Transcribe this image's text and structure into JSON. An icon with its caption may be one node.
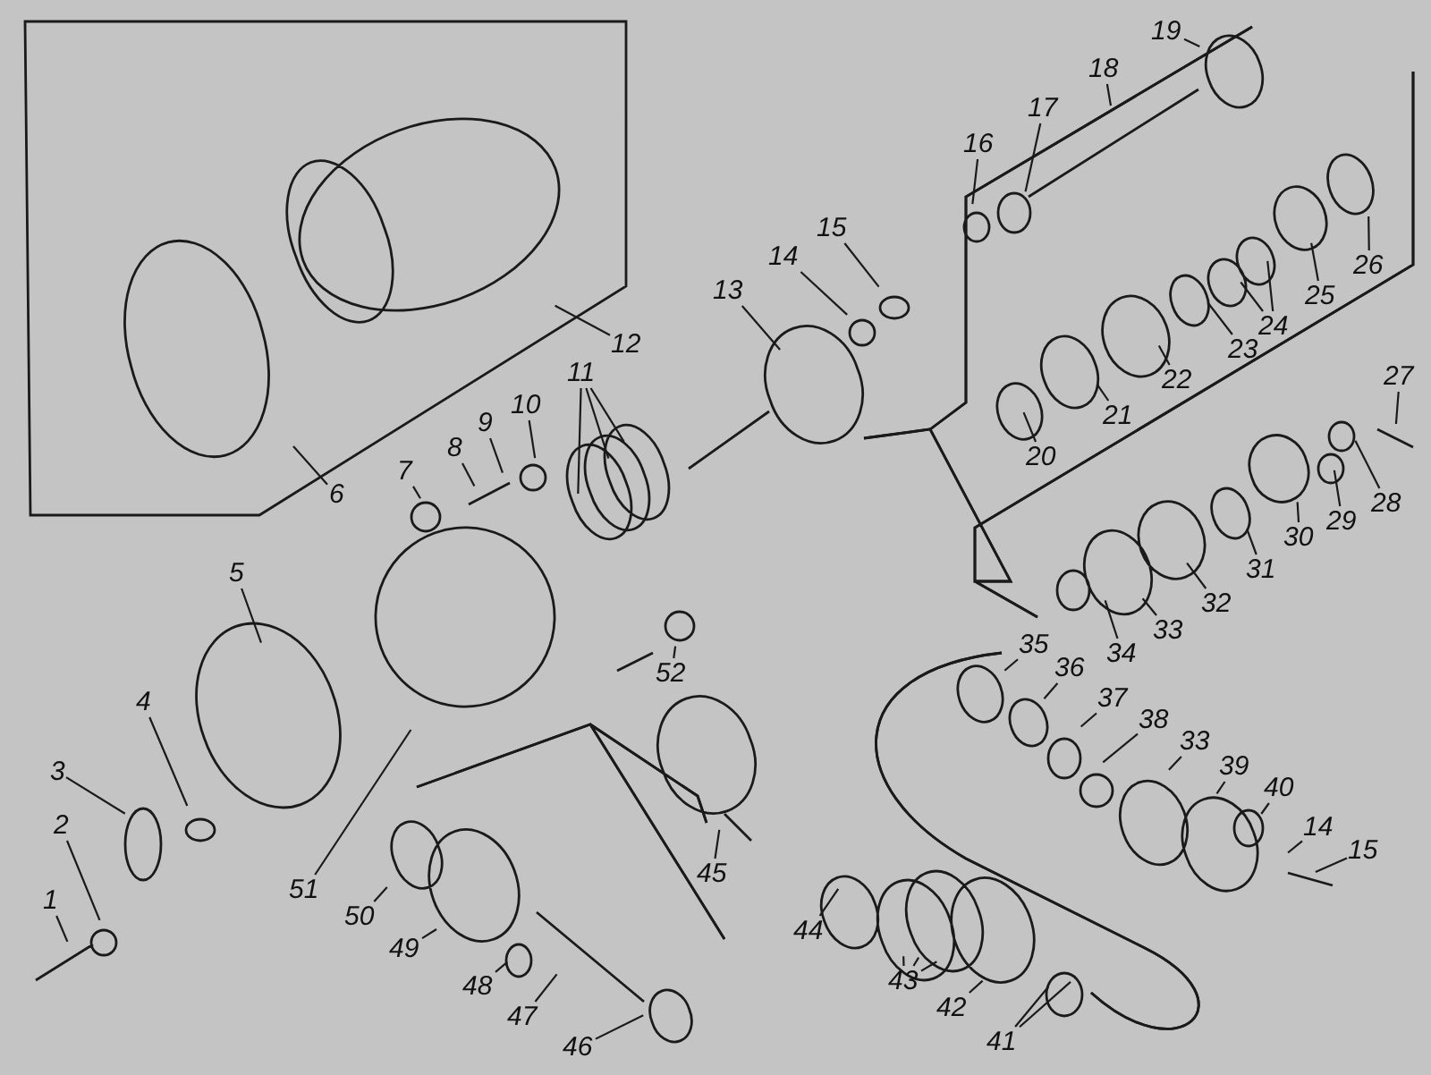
{
  "diagram": {
    "nodes": [
      {
        "text": [
          "1"
        ]
      },
      {
        "text": [
          "2"
        ]
      },
      {
        "text": [
          "3"
        ]
      },
      {
        "text": [
          "4"
        ]
      },
      {
        "text": [
          "5"
        ]
      },
      {
        "text": [
          "6"
        ]
      },
      {
        "text": [
          "7"
        ]
      },
      {
        "text": [
          "8"
        ]
      },
      {
        "text": [
          "9"
        ]
      },
      {
        "text": [
          "10"
        ]
      },
      {
        "text": [
          "11"
        ]
      },
      {
        "text": [
          "12"
        ]
      },
      {
        "text": [
          "13"
        ]
      },
      {
        "text": [
          "14"
        ]
      },
      {
        "text": [
          "15"
        ]
      },
      {
        "text": [
          "16"
        ]
      },
      {
        "text": [
          "17"
        ]
      },
      {
        "text": [
          "18"
        ]
      },
      {
        "text": [
          "19"
        ]
      },
      {
        "text": [
          "20"
        ]
      },
      {
        "text": [
          "21"
        ]
      },
      {
        "text": [
          "22"
        ]
      },
      {
        "text": [
          "23"
        ]
      },
      {
        "text": [
          "24"
        ]
      },
      {
        "text": [
          "25"
        ]
      },
      {
        "text": [
          "26"
        ]
      },
      {
        "text": [
          "27"
        ]
      },
      {
        "text": [
          "28"
        ]
      },
      {
        "text": [
          "29"
        ]
      },
      {
        "text": [
          "30"
        ]
      },
      {
        "text": [
          "31"
        ]
      },
      {
        "text": [
          "32"
        ]
      },
      {
        "text": [
          "33"
        ]
      },
      {
        "text": [
          "34"
        ]
      },
      {
        "text": [
          "35"
        ]
      },
      {
        "text": [
          "36"
        ]
      },
      {
        "text": [
          "37"
        ]
      },
      {
        "text": [
          "38"
        ]
      },
      {
        "text": [
          "33"
        ]
      },
      {
        "text": [
          "39"
        ]
      },
      {
        "text": [
          "40"
        ]
      },
      {
        "text": [
          "14"
        ]
      },
      {
        "text": [
          "15"
        ]
      },
      {
        "text": [
          "41"
        ]
      },
      {
        "text": [
          "42"
        ]
      },
      {
        "text": [
          "43"
        ]
      },
      {
        "text": [
          "44"
        ]
      },
      {
        "text": [
          "45"
        ]
      },
      {
        "text": [
          "46"
        ]
      },
      {
        "text": [
          "47"
        ]
      },
      {
        "text": [
          "48"
        ]
      },
      {
        "text": [
          "49"
        ]
      },
      {
        "text": [
          "50"
        ]
      },
      {
        "text": [
          "51"
        ]
      },
      {
        "text": [
          "52"
        ]
      }
    ],
    "edges": [
      {
        "from": 0,
        "to": null,
        "arrow": "none"
      },
      {
        "from": 1,
        "to": null,
        "arrow": "none"
      },
      {
        "from": 2,
        "to": null,
        "arrow": "none"
      },
      {
        "from": 3,
        "to": null,
        "arrow": "none"
      },
      {
        "from": 4,
        "to": null,
        "arrow": "none"
      },
      {
        "from": 5,
        "to": null,
        "arrow": "none"
      },
      {
        "from": 6,
        "to": null,
        "arrow": "none"
      },
      {
        "from": 7,
        "to": null,
        "arrow": "none"
      },
      {
        "from": 8,
        "to": null,
        "arrow": "none"
      },
      {
        "from": 9,
        "to": null,
        "arrow": "none"
      },
      {
        "from": 10,
        "to": null,
        "arrow": "none"
      },
      {
        "from": 10,
        "to": null,
        "arrow": "none"
      },
      {
        "from": 10,
        "to": null,
        "arrow": "none"
      },
      {
        "from": 11,
        "to": null,
        "arrow": "none"
      },
      {
        "from": 12,
        "to": null,
        "arrow": "none"
      },
      {
        "from": 13,
        "to": null,
        "arrow": "none"
      },
      {
        "from": 14,
        "to": null,
        "arrow": "none"
      },
      {
        "from": 15,
        "to": null,
        "arrow": "none"
      },
      {
        "from": 16,
        "to": null,
        "arrow": "none"
      },
      {
        "from": 17,
        "to": null,
        "arrow": "none"
      },
      {
        "from": 18,
        "to": null,
        "arrow": "none"
      },
      {
        "from": 19,
        "to": null,
        "arrow": "none"
      },
      {
        "from": 20,
        "to": null,
        "arrow": "none"
      },
      {
        "from": 21,
        "to": null,
        "arrow": "none"
      },
      {
        "from": 22,
        "to": null,
        "arrow": "none"
      },
      {
        "from": 23,
        "to": null,
        "arrow": "none"
      },
      {
        "from": 23,
        "to": null,
        "arrow": "none"
      },
      {
        "from": 24,
        "to": null,
        "arrow": "none"
      },
      {
        "from": 25,
        "to": null,
        "arrow": "none"
      },
      {
        "from": 26,
        "to": null,
        "arrow": "none"
      },
      {
        "from": 27,
        "to": null,
        "arrow": "none"
      },
      {
        "from": 28,
        "to": null,
        "arrow": "none"
      },
      {
        "from": 29,
        "to": null,
        "arrow": "none"
      },
      {
        "from": 30,
        "to": null,
        "arrow": "none"
      },
      {
        "from": 31,
        "to": null,
        "arrow": "none"
      },
      {
        "from": 32,
        "to": null,
        "arrow": "none"
      },
      {
        "from": 33,
        "to": null,
        "arrow": "none"
      },
      {
        "from": 34,
        "to": null,
        "arrow": "none"
      },
      {
        "from": 35,
        "to": null,
        "arrow": "none"
      },
      {
        "from": 36,
        "to": null,
        "arrow": "none"
      },
      {
        "from": 37,
        "to": null,
        "arrow": "none"
      },
      {
        "from": 38,
        "to": null,
        "arrow": "none"
      },
      {
        "from": 39,
        "to": null,
        "arrow": "none"
      },
      {
        "from": 40,
        "to": null,
        "arrow": "none"
      },
      {
        "from": 41,
        "to": null,
        "arrow": "none"
      },
      {
        "from": 42,
        "to": null,
        "arrow": "none"
      },
      {
        "from": 43,
        "to": null,
        "arrow": "none"
      },
      {
        "from": 43,
        "to": null,
        "arrow": "none"
      },
      {
        "from": 44,
        "to": null,
        "arrow": "none"
      },
      {
        "from": 45,
        "to": null,
        "arrow": "none"
      },
      {
        "from": 45,
        "to": null,
        "arrow": "none"
      },
      {
        "from": 45,
        "to": null,
        "arrow": "none"
      },
      {
        "from": 46,
        "to": null,
        "arrow": "none"
      },
      {
        "from": 47,
        "to": null,
        "arrow": "none"
      },
      {
        "from": 48,
        "to": null,
        "arrow": "none"
      },
      {
        "from": 49,
        "to": null,
        "arrow": "none"
      },
      {
        "from": 50,
        "to": null,
        "arrow": "none"
      },
      {
        "from": 51,
        "to": null,
        "arrow": "none"
      },
      {
        "from": 52,
        "to": null,
        "arrow": "none"
      },
      {
        "from": 53,
        "to": null,
        "arrow": "none"
      },
      {
        "from": 54,
        "to": null,
        "arrow": "none"
      }
    ]
  }
}
